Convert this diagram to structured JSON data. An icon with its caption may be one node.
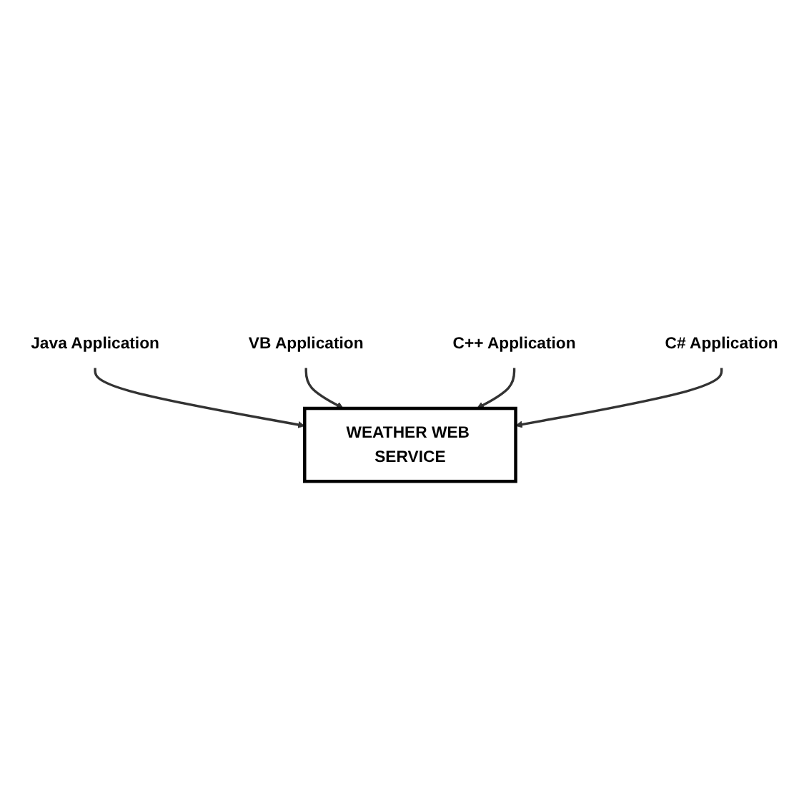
{
  "diagram": {
    "nodes": [
      {
        "text": [
          "Java Application"
        ]
      },
      {
        "text": [
          "WEATHER WEB SERVICE"
        ]
      },
      {
        "text": [
          "VB Application"
        ]
      },
      {
        "text": [
          "C++ Application"
        ]
      },
      {
        "text": [
          "C# Application"
        ]
      }
    ],
    "edges": [
      {
        "from": 0,
        "to": 1,
        "arrow": "to"
      },
      {
        "from": 2,
        "to": 1,
        "arrow": "to"
      },
      {
        "from": 3,
        "to": 1,
        "arrow": "to"
      },
      {
        "from": 4,
        "to": 1,
        "arrow": "to"
      }
    ]
  }
}
